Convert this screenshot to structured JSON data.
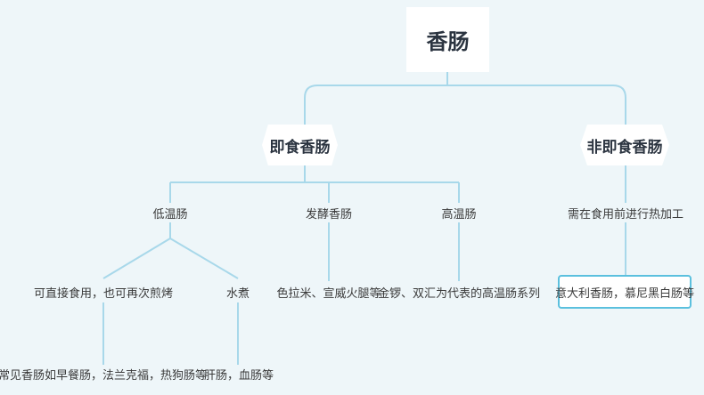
{
  "root": "香肠",
  "categories": {
    "ready": "即食香肠",
    "not_ready": "非即食香肠"
  },
  "ready_types": {
    "low_temp": "低温肠",
    "fermented": "发酵香肠",
    "high_temp": "高温肠"
  },
  "not_ready_type": "需在食用前进行热加工",
  "low_temp_methods": {
    "direct": "可直接食用，也可再次煎烤",
    "boil": "水煮"
  },
  "examples": {
    "direct": "常见香肠如早餐肠，法兰克福，热狗肠等",
    "boil": "肝肠，血肠等",
    "fermented": "色拉米、宣威火腿等",
    "high_temp": "金锣、双汇为代表的高温肠系列",
    "not_ready": "意大利香肠，慕尼黑白肠等"
  },
  "colors": {
    "connector": "#a8d8ea",
    "highlight_border": "#5bc0de",
    "background": "#eef6f9"
  }
}
